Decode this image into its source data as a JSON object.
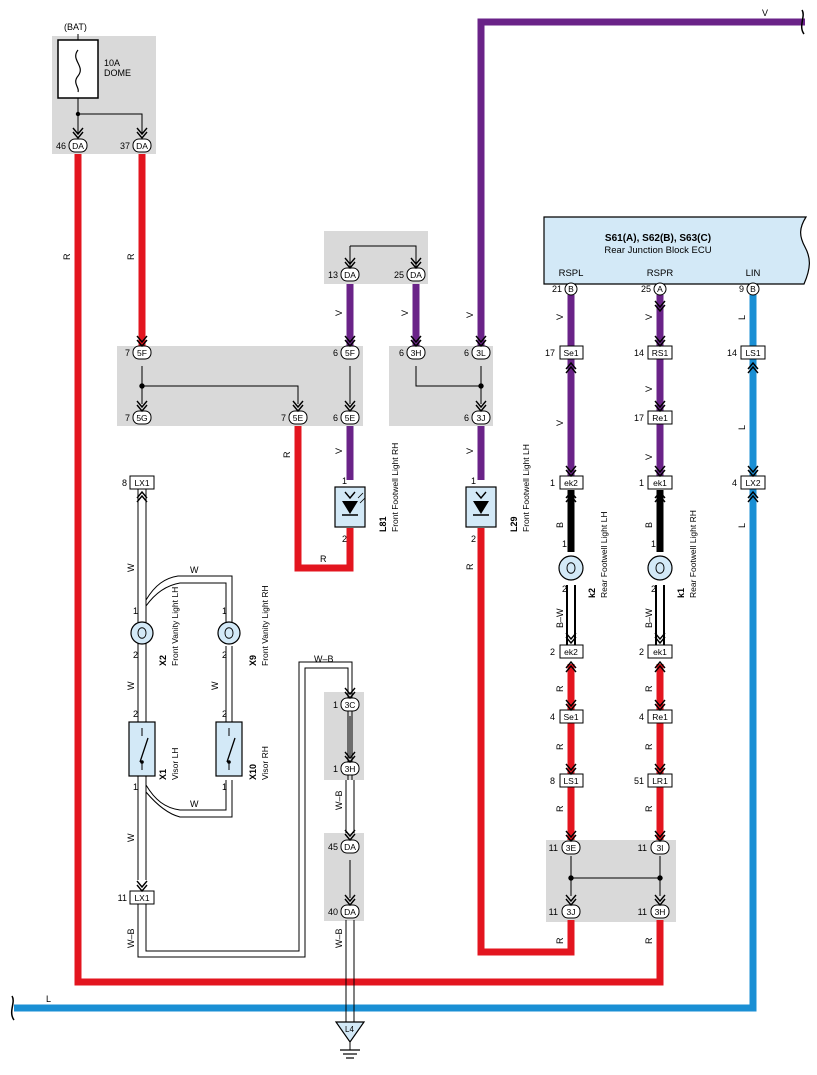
{
  "battery": {
    "label": "(BAT)"
  },
  "fuse": {
    "rating": "10A",
    "name": "DOME"
  },
  "ecu": {
    "title": "S61(A), S62(B), S63(C)",
    "subtitle": "Rear Junction Block ECU",
    "terminals": [
      "RSPL",
      "RSPR",
      "LIN"
    ]
  },
  "wire_colors": {
    "R": "R",
    "V": "V",
    "W": "W",
    "WB": "W–B",
    "B": "B",
    "BW": "B–W",
    "L": "L"
  },
  "colors": {
    "red": "#e3151f",
    "purple": "#6a2388",
    "blue": "#1a8fd4",
    "gray": "#d9d9d9",
    "ecu_fill": "#d3e9f7"
  },
  "components": {
    "l81": {
      "id": "L81",
      "name": "Front Footwell Light RH"
    },
    "l29": {
      "id": "L29",
      "name": "Front Footwell Light LH"
    },
    "x2": {
      "id": "X2",
      "name": "Front Vanity Light LH"
    },
    "x9": {
      "id": "X9",
      "name": "Front Vanity Light RH"
    },
    "x1": {
      "id": "X1",
      "name": "Visor LH"
    },
    "x10": {
      "id": "X10",
      "name": "Visor RH"
    },
    "k2": {
      "id": "k2",
      "name": "Rear Footwell Light LH"
    },
    "k1": {
      "id": "k1",
      "name": "Rear Footwell Light RH"
    },
    "l4": {
      "id": "L4"
    }
  },
  "connectors": {
    "da46": {
      "pin": "46",
      "code": "DA"
    },
    "da37": {
      "pin": "37",
      "code": "DA"
    },
    "da13": {
      "pin": "13",
      "code": "DA"
    },
    "da25": {
      "pin": "25",
      "code": "DA"
    },
    "f5l": {
      "pin": "7",
      "code": "5F"
    },
    "f5r": {
      "pin": "6",
      "code": "5F"
    },
    "g5": {
      "pin": "7",
      "code": "5G"
    },
    "e5a": {
      "pin": "7",
      "code": "5E"
    },
    "e5b": {
      "pin": "6",
      "code": "5E"
    },
    "h3a": {
      "pin": "6",
      "code": "3H"
    },
    "l3": {
      "pin": "6",
      "code": "3L"
    },
    "j3a": {
      "pin": "6",
      "code": "3J"
    },
    "lx1a": {
      "pin": "8",
      "code": "LX1"
    },
    "lx1b": {
      "pin": "11",
      "code": "LX1"
    },
    "c3": {
      "pin": "1",
      "code": "3C"
    },
    "h3b": {
      "pin": "1",
      "code": "3H"
    },
    "da45": {
      "pin": "45",
      "code": "DA"
    },
    "da40": {
      "pin": "40",
      "code": "DA"
    },
    "ecu21": {
      "pin": "21",
      "code": "B"
    },
    "ecu25": {
      "pin": "25",
      "code": "A"
    },
    "ecu9": {
      "pin": "9",
      "code": "B"
    },
    "se1a": {
      "pin": "17",
      "code": "Se1"
    },
    "rs1": {
      "pin": "14",
      "code": "RS1"
    },
    "ls1a": {
      "pin": "14",
      "code": "LS1"
    },
    "re1a": {
      "pin": "17",
      "code": "Re1"
    },
    "ek2a": {
      "pin": "1",
      "code": "ek2"
    },
    "ek1a": {
      "pin": "1",
      "code": "ek1"
    },
    "lx2": {
      "pin": "4",
      "code": "LX2"
    },
    "ek2b": {
      "pin": "2",
      "code": "ek2"
    },
    "ek1b": {
      "pin": "2",
      "code": "ek1"
    },
    "se1b": {
      "pin": "4",
      "code": "Se1"
    },
    "re1b": {
      "pin": "4",
      "code": "Re1"
    },
    "ls1b": {
      "pin": "8",
      "code": "LS1"
    },
    "lr1": {
      "pin": "51",
      "code": "LR1"
    },
    "e3": {
      "pin": "11",
      "code": "3E"
    },
    "i3": {
      "pin": "11",
      "code": "3I"
    },
    "j3b": {
      "pin": "11",
      "code": "3J"
    },
    "h3c": {
      "pin": "11",
      "code": "3H"
    }
  },
  "pins": {
    "one": "1",
    "two": "2"
  }
}
